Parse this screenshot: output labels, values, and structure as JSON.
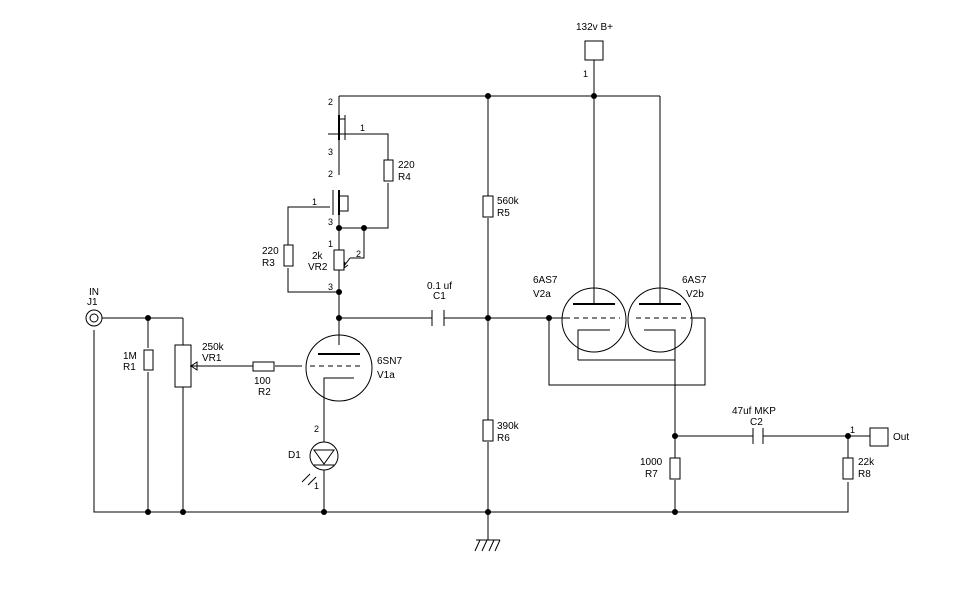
{
  "supply": {
    "label": "132v B+",
    "pin": "1"
  },
  "input": {
    "label": "IN",
    "ref": "J1"
  },
  "output": {
    "label": "Out",
    "pin": "1"
  },
  "components": {
    "R1": {
      "value": "1M",
      "ref": "R1"
    },
    "VR1": {
      "value": "250k",
      "ref": "VR1"
    },
    "R2": {
      "value": "100",
      "ref": "R2"
    },
    "V1a": {
      "type": "6SN7",
      "ref": "V1a"
    },
    "D1": {
      "ref": "D1",
      "pin_top": "2",
      "pin_bottom": "1"
    },
    "R3": {
      "value": "220",
      "ref": "R3"
    },
    "R4": {
      "value": "220",
      "ref": "R4"
    },
    "VR2": {
      "value": "2k",
      "ref": "VR2",
      "pin1": "1",
      "pin2": "2",
      "pin3": "3"
    },
    "Q_upper": {
      "pin_drain": "2",
      "pin_gate": "1",
      "pin_source": "3"
    },
    "Q_lower": {
      "pin_drain": "2",
      "pin_gate": "1",
      "pin_source": "3"
    },
    "C1": {
      "value": "0.1 uf",
      "ref": "C1"
    },
    "R5": {
      "value": "560k",
      "ref": "R5"
    },
    "R6": {
      "value": "390k",
      "ref": "R6"
    },
    "V2a": {
      "type": "6AS7",
      "ref": "V2a"
    },
    "V2b": {
      "type": "6AS7",
      "ref": "V2b"
    },
    "C2": {
      "value": "47uf MKP",
      "ref": "C2"
    },
    "R7": {
      "value": "1000",
      "ref": "R7"
    },
    "R8": {
      "value": "22k",
      "ref": "R8"
    }
  }
}
